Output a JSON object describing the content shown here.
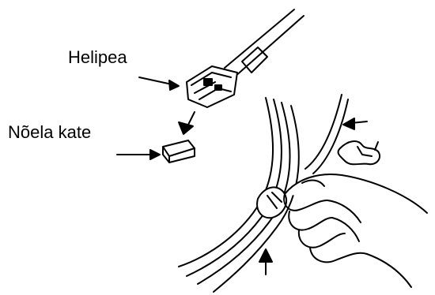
{
  "labels": {
    "headset_plug": "Helipea",
    "needle_cap": "Nõela kate"
  },
  "colors": {
    "ink": "#000000",
    "background": "#ffffff"
  },
  "icons": {
    "plug": "connector-plug-drawing",
    "cap": "needle-cap-drawing",
    "hand": "hand-drawing",
    "arrows": "direction-arrow"
  }
}
